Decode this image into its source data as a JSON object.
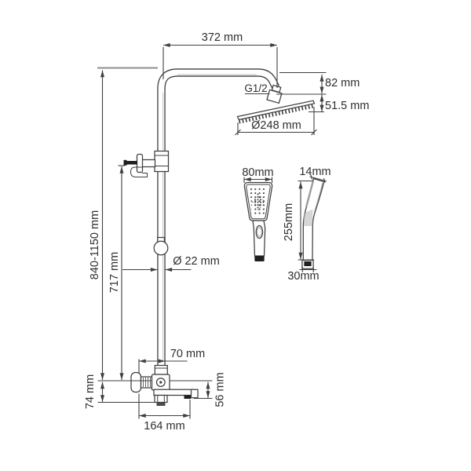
{
  "figure": {
    "kind": "shower-system-technical-drawing"
  },
  "colors": {
    "line": "#3f3f3f",
    "text": "#2e2e2e",
    "reference_line": "#8f8f8f",
    "dark_fill": "#1f1f1f",
    "background": "#ffffff"
  },
  "dimensions": {
    "arm_length": "372 mm",
    "thread_size": "G1/2",
    "head_offset_height": "82 mm",
    "head_drop": "51.5 mm",
    "head_diameter": "Ø248 mm",
    "overall_height": "840-1150 mm",
    "riser_height": "717 mm",
    "pipe_diameter": "Ø 22 mm",
    "hand_shower_width": "80mm",
    "hand_shower_depth": "14mm",
    "hand_shower_length": "255mm",
    "hand_shower_bottom": "30mm",
    "wall_to_pipe": "70 mm",
    "spout_drop": "56 mm",
    "mixer_drop": "74 mm",
    "spout_reach": "164 mm"
  }
}
